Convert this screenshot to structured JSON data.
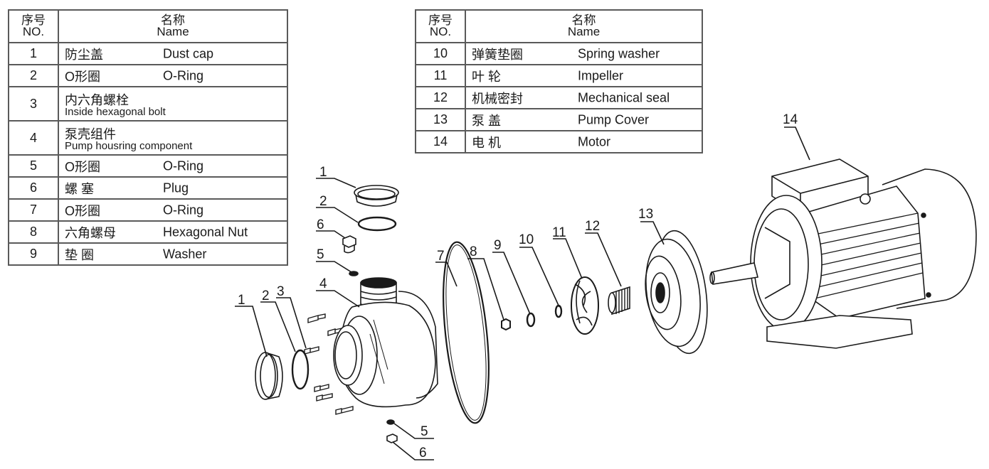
{
  "tables": {
    "header": {
      "no_cn": "序号",
      "no_en": "NO.",
      "name_cn": "名称",
      "name_en": "Name"
    },
    "left": [
      {
        "no": "1",
        "cn": "防尘盖",
        "en": "Dust cap"
      },
      {
        "no": "2",
        "cn": "O形圈",
        "en": "O-Ring"
      },
      {
        "no": "3",
        "cn": "内六角螺栓",
        "en": "Inside hexagonal bolt",
        "two_line": true
      },
      {
        "no": "4",
        "cn": "泵壳组件",
        "en": "Pump housring component",
        "two_line": true
      },
      {
        "no": "5",
        "cn": "O形圈",
        "en": "O-Ring"
      },
      {
        "no": "6",
        "cn": "螺 塞",
        "en": "Plug"
      },
      {
        "no": "7",
        "cn": "O形圈",
        "en": "O-Ring"
      },
      {
        "no": "8",
        "cn": "六角螺母",
        "en": "Hexagonal Nut"
      },
      {
        "no": "9",
        "cn": "垫 圈",
        "en": "Washer"
      }
    ],
    "right": [
      {
        "no": "10",
        "cn": "弹簧垫圈",
        "en": "Spring washer"
      },
      {
        "no": "11",
        "cn": "叶 轮",
        "en": "Impeller"
      },
      {
        "no": "12",
        "cn": "机械密封",
        "en": "Mechanical seal"
      },
      {
        "no": "13",
        "cn": "泵 盖",
        "en": "Pump Cover"
      },
      {
        "no": "14",
        "cn": "电 机",
        "en": "Motor"
      }
    ]
  },
  "diagram": {
    "callouts": [
      {
        "id": "c1-top",
        "label": "1",
        "part": "dust-cap"
      },
      {
        "id": "c2-top",
        "label": "2",
        "part": "o-ring"
      },
      {
        "id": "c6-top",
        "label": "6",
        "part": "plug"
      },
      {
        "id": "c5-top",
        "label": "5",
        "part": "o-ring"
      },
      {
        "id": "c4",
        "label": "4",
        "part": "pump-housing"
      },
      {
        "id": "c1-left",
        "label": "1",
        "part": "dust-cap"
      },
      {
        "id": "c2-left",
        "label": "2",
        "part": "o-ring"
      },
      {
        "id": "c3",
        "label": "3",
        "part": "hex-bolt"
      },
      {
        "id": "c5-bottom",
        "label": "5",
        "part": "o-ring"
      },
      {
        "id": "c6-bottom",
        "label": "6",
        "part": "plug"
      },
      {
        "id": "c7",
        "label": "7",
        "part": "o-ring"
      },
      {
        "id": "c8",
        "label": "8",
        "part": "hex-nut"
      },
      {
        "id": "c9",
        "label": "9",
        "part": "washer"
      },
      {
        "id": "c10",
        "label": "10",
        "part": "spring-washer"
      },
      {
        "id": "c11",
        "label": "11",
        "part": "impeller"
      },
      {
        "id": "c12",
        "label": "12",
        "part": "mechanical-seal"
      },
      {
        "id": "c13",
        "label": "13",
        "part": "pump-cover"
      },
      {
        "id": "c14",
        "label": "14",
        "part": "motor"
      }
    ]
  }
}
